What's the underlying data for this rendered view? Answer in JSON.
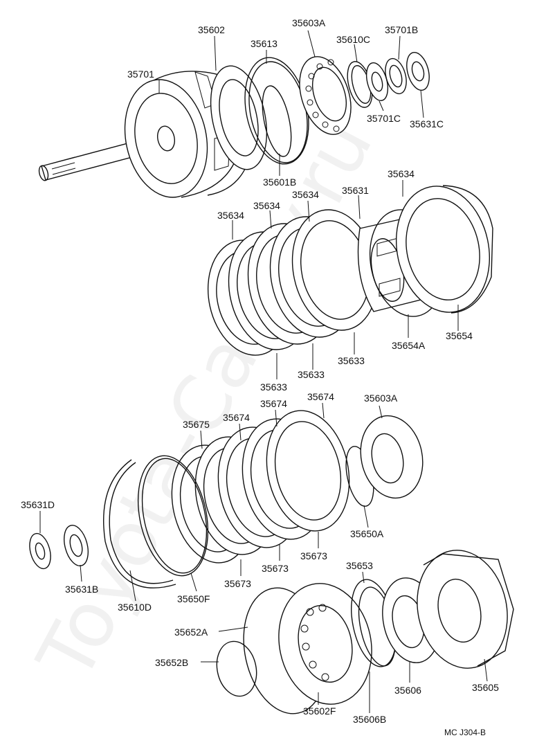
{
  "watermark": "Toyota-Camry.ru",
  "labels": {
    "p35701": "35701",
    "p35602": "35602",
    "p35613": "35613",
    "p35603A_top": "35603A",
    "p35610C": "35610C",
    "p35701B": "35701B",
    "p35701C": "35701C",
    "p35631C": "35631C",
    "p35601B": "35601B",
    "p35634_a": "35634",
    "p35634_b": "35634",
    "p35634_c": "35634",
    "p35631": "35631",
    "p35634_d": "35634",
    "p35654A": "35654A",
    "p35654": "35654",
    "p35633_a": "35633",
    "p35633_b": "35633",
    "p35633_c": "35633",
    "p35674_a": "35674",
    "p35674_b": "35674",
    "p35675": "35675",
    "p35674_c": "35674",
    "p35603A_mid": "35603A",
    "p35631D": "35631D",
    "p35650A": "35650A",
    "p35673_a": "35673",
    "p35673_b": "35673",
    "p35673_c": "35673",
    "p35631B": "35631B",
    "p35610D": "35610D",
    "p35650F": "35650F",
    "p35653": "35653",
    "p35652A": "35652A",
    "p35652B": "35652B",
    "p35606": "35606",
    "p35605": "35605",
    "p35606B": "35606B",
    "p35602F": "35602F",
    "footer_code": "MC  J304-B"
  }
}
